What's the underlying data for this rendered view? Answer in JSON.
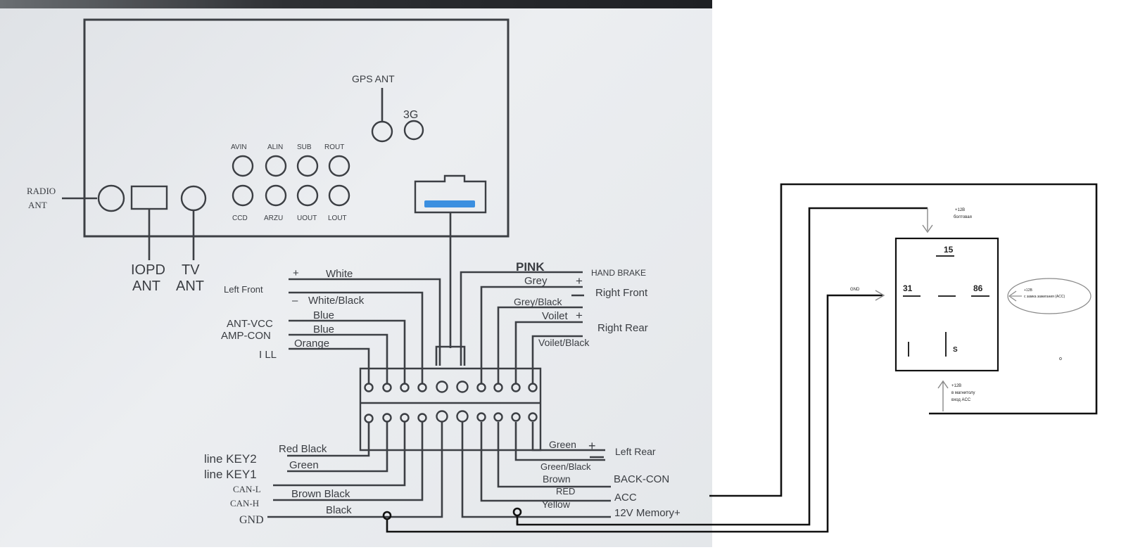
{
  "unit_panel": {
    "gps_ant": "GPS ANT",
    "g3": "3G",
    "radio_ant_line1": "RADIO",
    "radio_ant_line2": "ANT",
    "iopd_line1": "IOPD",
    "iopd_line2": "ANT",
    "tv_line1": "TV",
    "tv_line2": "ANT",
    "jacks_top": [
      "AVIN",
      "ALIN",
      "SUB",
      "ROUT"
    ],
    "jacks_bottom": [
      "CCD",
      "ARZU",
      "UOUT",
      "LOUT"
    ]
  },
  "left_wires": {
    "white_plus": "+",
    "white": "White",
    "left_front": "Left Front",
    "white_minus": "–",
    "white_black": "White/Black",
    "ant_vcc": "ANT-VCC",
    "blue1": "Blue",
    "amp_con": "AMP-CON",
    "blue2": "Blue",
    "ill": "I LL",
    "orange": "Orange"
  },
  "right_wires": {
    "pink": "PINK",
    "hand_brake": "HAND BRAKE",
    "grey": "Grey",
    "grey_plus": "+",
    "right_front": "Right Front",
    "grey_black": "Grey/Black",
    "voilet": "Voilet",
    "voilet_plus": "+",
    "right_rear": "Right Rear",
    "voilet_black": "Voilet/Black"
  },
  "bottom_left": {
    "red_black": "Red Black",
    "line_key2": "line KEY2",
    "green": "Green",
    "line_key1": "line KEY1",
    "can_l": "CAN-L",
    "brown_black": "Brown Black",
    "can_h": "CAN-H",
    "black": "Black",
    "gnd": "GND"
  },
  "bottom_right": {
    "green": "Green",
    "green_plus": "+",
    "left_rear": "Left Rear",
    "green_black": "Green/Black",
    "brown": "Brown",
    "back_con": "BACK-CON",
    "red": "RED",
    "acc": "ACC",
    "yellow": "Yellow",
    "memory": "12V Memory+"
  },
  "relay": {
    "pin_15": "15",
    "pin_31": "31",
    "pin_86": "86",
    "pin_s": "S",
    "note_top_1": "+12B",
    "note_top_2": "болтовая",
    "note_gnd": "GND",
    "note_right_1": "+12B",
    "note_right_2": "с замка зажигания (ACC)",
    "note_bottom_1": "+12B",
    "note_bottom_2": "в магнитолу",
    "note_bottom_3": "вход ACC",
    "dot": "o"
  }
}
